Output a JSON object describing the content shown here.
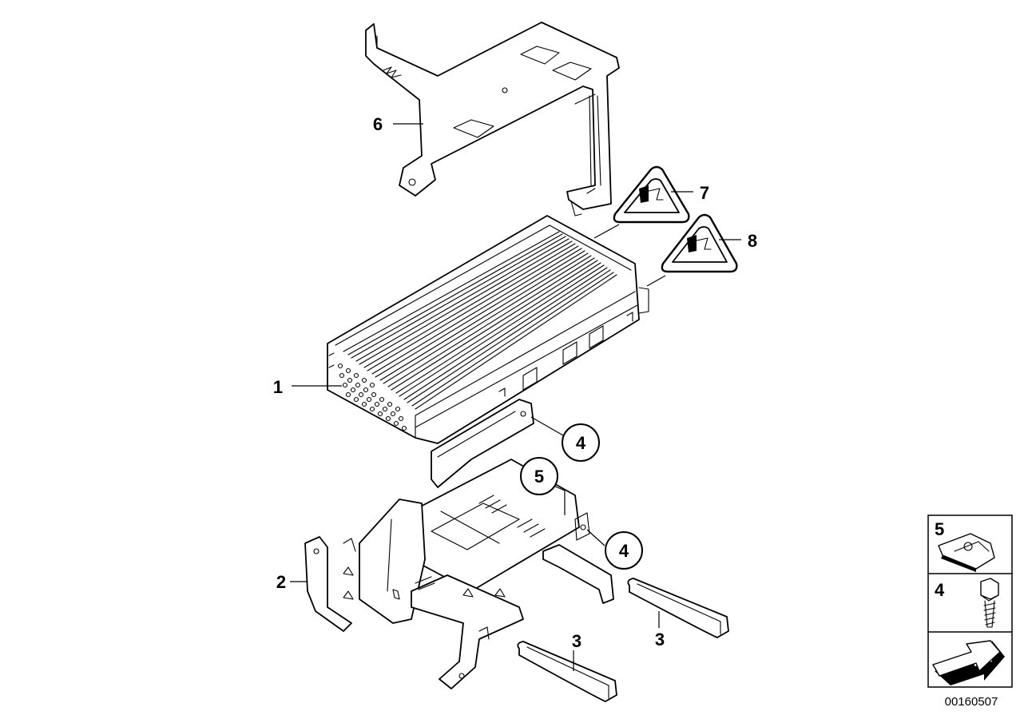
{
  "diagram": {
    "document_id": "00160507",
    "callouts": {
      "c1": "1",
      "c2": "2",
      "c3a": "3",
      "c3b": "3",
      "c4a": "4",
      "c4b": "4",
      "c5": "5",
      "c6": "6",
      "c7": "7",
      "c8": "8"
    },
    "legend": {
      "item_nut": "5",
      "item_screw": "4"
    }
  }
}
